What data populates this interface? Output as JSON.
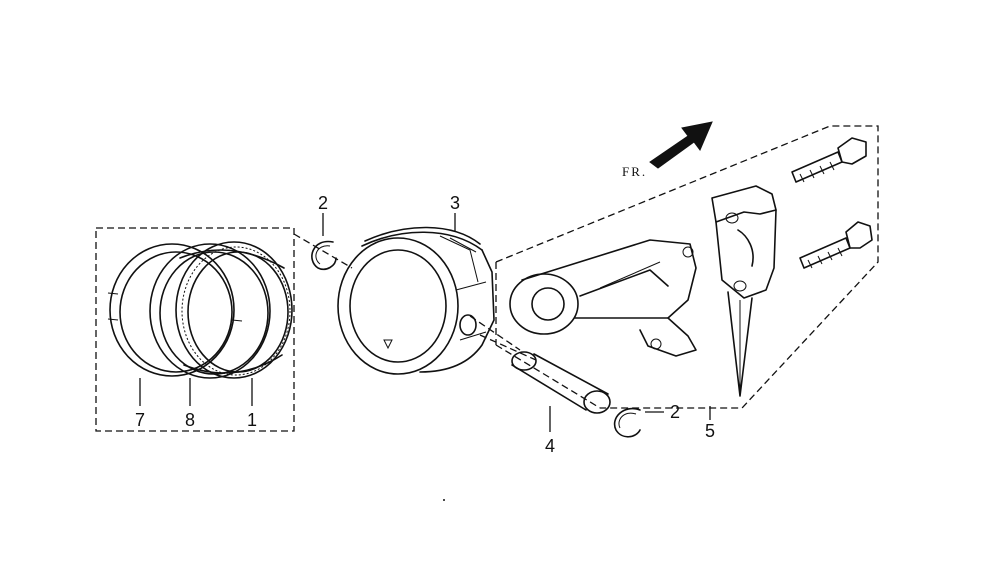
{
  "labels": {
    "l1": "1",
    "l2a": "2",
    "l2b": "2",
    "l3": "3",
    "l4": "4",
    "l5": "5",
    "l7": "7",
    "l8": "8"
  },
  "direction_text": "FR.",
  "colors": {
    "ink": "#111111",
    "background": "#ffffff"
  },
  "icons": [
    "front-direction-arrow-icon"
  ]
}
